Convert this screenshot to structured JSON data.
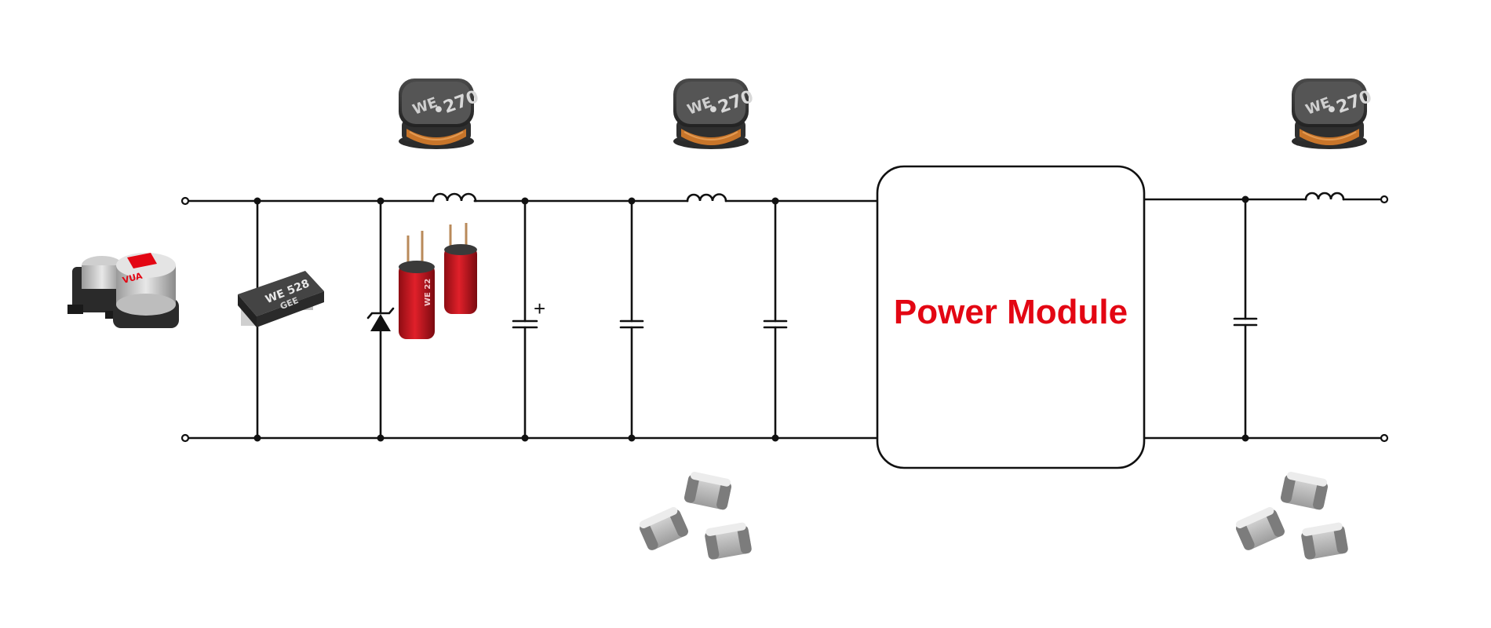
{
  "module": {
    "label": "Power Module",
    "color": "#e30613"
  },
  "capacitor_polarity": "+",
  "components": {
    "inductor_marking": "•270",
    "tvs_marking": "WE 528 GEE",
    "brand_logo": "WE"
  },
  "icons": [
    "smd-aluminum-capacitor-icon",
    "tvs-diode-package-icon",
    "electrolytic-capacitor-icon",
    "power-inductor-icon",
    "mlcc-capacitor-icon"
  ],
  "colors": {
    "wire": "#111111",
    "brand_red": "#e30613",
    "inductor_body": "#3a3a3a",
    "copper": "#c8752a",
    "ceramic": "#b8b8b8"
  }
}
